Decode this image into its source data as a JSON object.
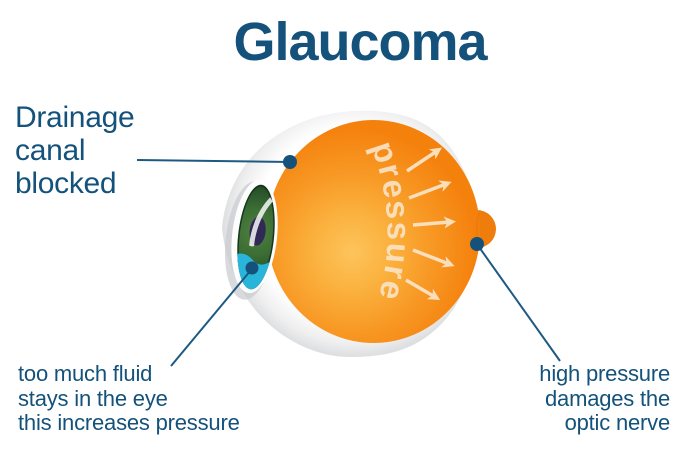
{
  "title": "Glaucoma",
  "labels": {
    "drainage": {
      "line1": "Drainage",
      "line2": "canal",
      "line3": "blocked"
    },
    "fluid": {
      "line1": "too much fluid",
      "line2": "stays in the eye",
      "line3": "this increases pressure"
    },
    "optic": {
      "line1": "high pressure",
      "line2": "damages the",
      "line3": "optic nerve"
    },
    "pressure_word": "pressure"
  },
  "colors": {
    "text_blue": "#14527b",
    "leader_line_blue": "#1d5a83",
    "orange_edge": "#f5820e",
    "orange_glow": "#fbc051",
    "arrow_cream": "#fae3c4",
    "fluid_cyan": "#29b5d9",
    "iris_green": "#33612f",
    "pupil_navy": "#322a56",
    "sclera_grey": "#d2d4d6"
  }
}
